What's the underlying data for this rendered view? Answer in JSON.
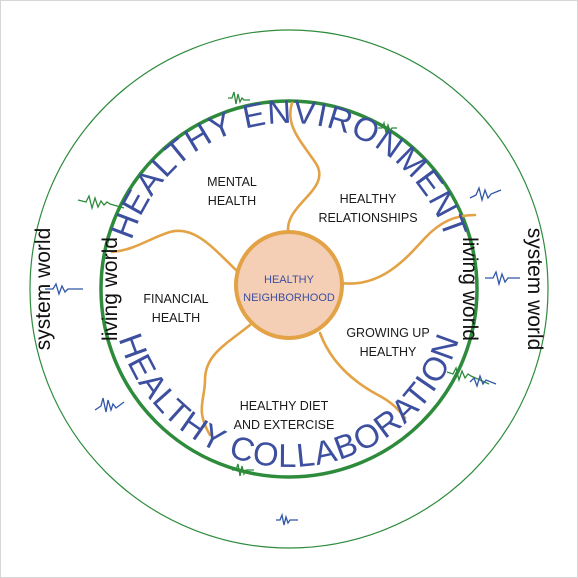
{
  "outer_ring": {
    "top_label": "HEALTHY ENVIRONMENT",
    "bottom_label": "HEALTHY COLLABORATION",
    "left_outer": "system world",
    "right_outer": "system world",
    "left_inner": "living world",
    "right_inner": "living world"
  },
  "hub": {
    "line1": "HEALTHY",
    "line2": "NEIGHBORHOOD"
  },
  "segments": [
    {
      "id": "mental",
      "line1": "MENTAL",
      "line2": "HEALTH"
    },
    {
      "id": "relationships",
      "line1": "HEALTHY",
      "line2": "RELATIONSHIPS"
    },
    {
      "id": "growing",
      "line1": "GROWING UP",
      "line2": "HEALTHY"
    },
    {
      "id": "diet",
      "line1": "HEALTHY DIET",
      "line2": "AND EXTERCISE"
    },
    {
      "id": "financial",
      "line1": "FINANCIAL",
      "line2": "HEALTH"
    }
  ],
  "colors": {
    "ring_green": "#2e8b3c",
    "spoke_orange": "#e3a245",
    "hub_fill": "#f4cfb6",
    "hub_stroke": "#e3a245",
    "title_blue": "#3d4f9f",
    "wave_blue": "#2f56a8",
    "wave_green": "#2e8b3c"
  }
}
